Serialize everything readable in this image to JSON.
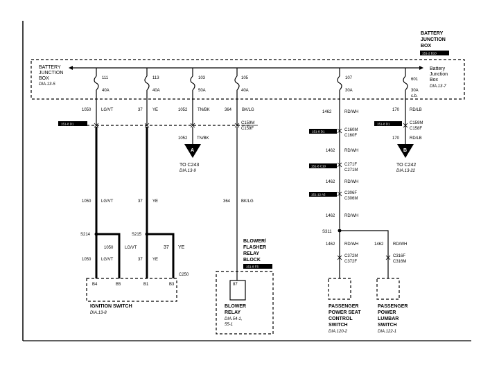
{
  "bjb_top": {
    "title_lines": [
      "BATTERY",
      "JUNCTION",
      "BOX"
    ],
    "tag": "151-2 B10"
  },
  "bjb_left": {
    "lines": [
      "BATTERY",
      "JUNCTION",
      "BOX"
    ],
    "ref": "DIA.13-5"
  },
  "bjb_right": {
    "lines": [
      "Battery",
      "Junction",
      "Box"
    ],
    "ref": "DIA.13-7"
  },
  "fuses": [
    {
      "num": "111",
      "amps": "40A"
    },
    {
      "num": "113",
      "amps": "40A"
    },
    {
      "num": "103",
      "amps": "50A"
    },
    {
      "num": "105",
      "amps": "40A"
    },
    {
      "num": "107",
      "amps": "30A"
    },
    {
      "num": "601",
      "amps": "30A",
      "note": "c.b."
    }
  ],
  "wires_top": [
    {
      "circuit": "1050",
      "color": "LG/VT"
    },
    {
      "circuit": "37",
      "color": "YE"
    },
    {
      "circuit": "1052",
      "color": "TN/BK"
    },
    {
      "circuit": "364",
      "color": "BK/LG"
    },
    {
      "circuit": "1462",
      "color": "RD/WH"
    },
    {
      "circuit": "170",
      "color": "RD/LB"
    }
  ],
  "tags": {
    "left": "151-8 D1",
    "c160": "151-8 D1",
    "c158": "151-8 D1",
    "c271": "151-8 C10",
    "c306": "151-12 A5",
    "blower_block": "151-8 F6"
  },
  "connector_a": {
    "circuit": "1052",
    "color": "TN/BK",
    "label": "A",
    "to": "TO C243",
    "ref": "DIA.13-9"
  },
  "connector_b": {
    "circuit": "170",
    "color": "RD/LB",
    "label": "B",
    "to": "TO C242",
    "ref": "DIA.13-22"
  },
  "connectors": {
    "c159": [
      "C159M",
      "C159F"
    ],
    "c160": [
      "C160M",
      "C160F"
    ],
    "c158": [
      "C159M",
      "C158F"
    ],
    "c271": [
      "C271F",
      "C271M"
    ],
    "c306": [
      "C306F",
      "C306M"
    ],
    "c372": [
      "C372M",
      "C372F"
    ],
    "c316": [
      "C316F",
      "C316M"
    ],
    "c250": "C250"
  },
  "mid_wires": [
    {
      "circuit": "1050",
      "color": "LG/VT"
    },
    {
      "circuit": "37",
      "color": "YE"
    },
    {
      "circuit": "364",
      "color": "BK/LG"
    },
    {
      "circuit": "1462",
      "color": "RD/WH"
    },
    {
      "circuit": "1462",
      "color": "RD/WH"
    },
    {
      "circuit": "1462",
      "color": "RD/WH"
    }
  ],
  "splices": {
    "s214": "S214",
    "s215": "S215",
    "s311": "S311"
  },
  "lower_wires": [
    {
      "circuit": "1050",
      "color": "LG/VT"
    },
    {
      "circuit": "37",
      "color": "YE"
    },
    {
      "circuit": "1050",
      "color": "LG/VT"
    },
    {
      "circuit": "37",
      "color": "YE"
    },
    {
      "circuit": "1462",
      "color": "RD/WH"
    },
    {
      "circuit": "1462",
      "color": "RD/WH"
    }
  ],
  "ignition": {
    "pins": [
      "B4",
      "B5",
      "B1",
      "B3"
    ],
    "title": "IGNITION SWITCH",
    "ref": "DIA.13-8"
  },
  "blower_block": {
    "lines": [
      "BLOWER/",
      "FLASHER",
      "RELAY",
      "BLOCK"
    ]
  },
  "blower_relay": {
    "pin": "87",
    "lines": [
      "BLOWER",
      "RELAY"
    ],
    "ref": "DIA.54-1,",
    "ref2": "55-1"
  },
  "seat_switch": {
    "lines": [
      "PASSENGER",
      "POWER SEAT",
      "CONTROL",
      "SWITCH"
    ],
    "ref": "DIA.120-2"
  },
  "lumbar_switch": {
    "lines": [
      "PASSENGER",
      "POWER",
      "LUMBAR",
      "SWITCH"
    ],
    "ref": "DIA.122-1"
  }
}
